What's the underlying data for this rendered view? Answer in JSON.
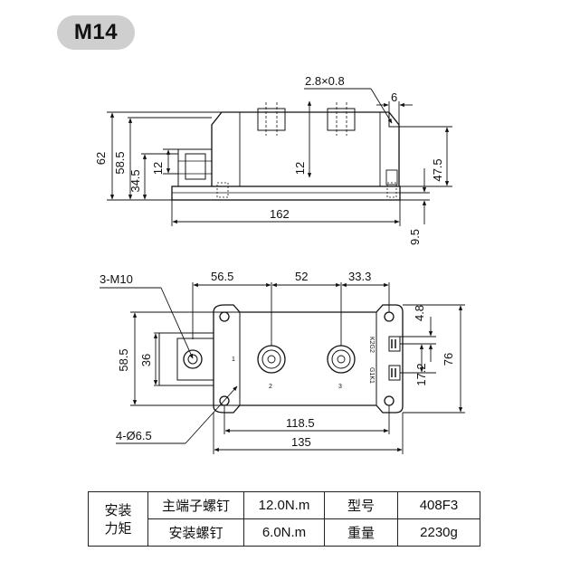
{
  "model_badge": "M14",
  "side_view": {
    "dims": {
      "d_2_8x0_8": "2.8×0.8",
      "d_6": "6",
      "d_62": "62",
      "d_58_5": "58.5",
      "d_34_5": "34.5",
      "d_12_left": "12",
      "d_12_mid": "12",
      "d_47_5": "47.5",
      "d_162": "162",
      "d_9_5": "9.5"
    }
  },
  "top_view": {
    "dims": {
      "d_3_m10": "3-M10",
      "d_56_5": "56.5",
      "d_52": "52",
      "d_33_3": "33.3",
      "d_4_8": "4.8",
      "d_58_5": "58.5",
      "d_36": "36",
      "d_17_2": "17.2",
      "d_76": "76",
      "d_118_5": "118.5",
      "d_135": "135",
      "d_4_phi6_5": "4-Ø6.5"
    },
    "terminal_labels": {
      "t1": "1",
      "t2": "2",
      "t3": "3",
      "k2g2": "K2G2",
      "g1k1": "G1K1"
    }
  },
  "spec_table": {
    "torque_label": "安装\n力矩",
    "main_terminal_screw_label": "主端子螺钉",
    "main_terminal_screw_value": "12.0N.m",
    "mounting_screw_label": "安装螺钉",
    "mounting_screw_value": "6.0N.m",
    "model_label": "型号",
    "model_value": "408F3",
    "weight_label": "重量",
    "weight_value": "2230g"
  }
}
